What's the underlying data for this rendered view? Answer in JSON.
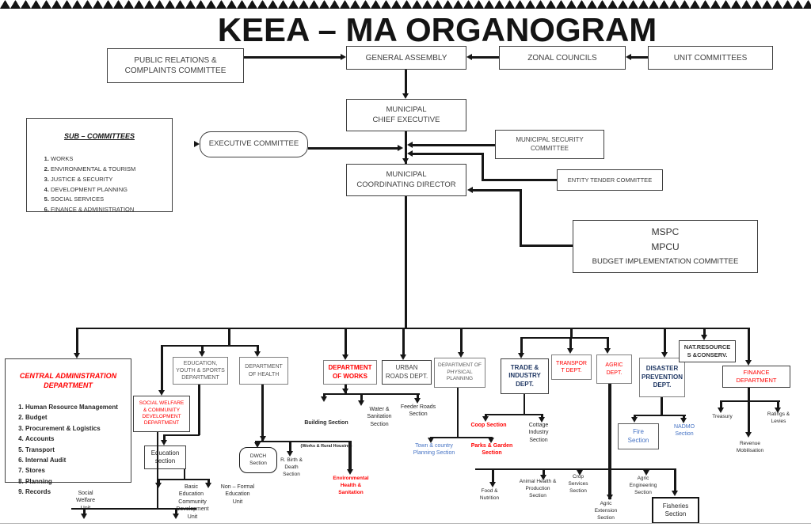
{
  "title": "KEEA – MA ORGANOGRAM",
  "top": {
    "public_relations": "PUBLIC RELATIONS &\nCOMPLAINTS COMMITTEE",
    "general_assembly": "GENERAL ASSEMBLY",
    "zonal_councils": "ZONAL COUNCILS",
    "unit_committees": "UNIT COMMITTEES"
  },
  "executive": {
    "municipal_chief_executive": "MUNICIPAL\nCHIEF EXECUTIVE",
    "executive_committee": "EXECUTIVE COMMITTEE",
    "municipal_security_committee": "MUNICIPAL SECURITY\nCOMMITTEE",
    "entity_tender_committee": "ENTITY TENDER COMMITTEE",
    "municipal_coordinating_director": "MUNICIPAL\nCOORDINATING DIRECTOR",
    "mspc": "MSPC",
    "mpcu": "MPCU",
    "budget_implementation": "BUDGET IMPLEMENTATION COMMITTEE"
  },
  "sub_committees": {
    "heading": "SUB – COMMITTEES",
    "items": [
      "WORKS",
      "ENVIRONMENTAL & TOURISM",
      "JUSTICE & SECURITY",
      "DEVELOPMENT PLANNING",
      "SOCIAL SERVICES",
      "FINANCE & ADMINISTRATION"
    ]
  },
  "central_admin": {
    "heading": "CENTRAL ADMINISTRATION\nDEPARTMENT",
    "items": [
      "Human Resource Management",
      "Budget",
      "Procurement & Logistics",
      "Accounts",
      "Transport",
      "Internal Audit",
      "Stores",
      "Planning",
      "Records"
    ]
  },
  "departments": {
    "social_welfare": "SOCIAL WELFARE\n& COMMUNITY\nDEVELOPMENT\nDEPARTMENT",
    "education_youth_sports": "EDUCATION,\nYOUTH & SPORTS\nDEPARTMENT",
    "health": "DEPARTMENT\nOF HEALTH",
    "works": "DEPARTMENT\nOF WORKS",
    "urban_roads": "URBAN\nROADS DEPT.",
    "physical_planning": "DEPARTMENT OF\nPHYSICAL\nPLANNING",
    "trade_industry": "TRADE &\nINDUSTRY\nDEPT.",
    "transport": "TRANSPOR\nT DEPT.",
    "agric": "AGRIC\nDEPT.",
    "disaster_prevention": "DISASTER\nPREVENTION\nDEPT.",
    "nat_resources": "NAT.RESOURCE\nS &CONSERV.",
    "finance": "FINANCE\nDEPARTMENT"
  },
  "sections": {
    "education_section": "Education\nsection",
    "dwch": "DWCH\nSection",
    "building": "Building Section",
    "building_sub": "(Works & Rural Housing)",
    "water_sanitation": "Water &\nSanitation\nSection",
    "feeder_roads": "Feeder Roads\nSection",
    "town_country": "Town & country\nPlanning Section",
    "parks_garden": "Parks & Garden\nSection",
    "coop": "Coop Section",
    "cottage": "Cottage\nIndustry\nSection",
    "fire": "Fire\nSection",
    "nadmo": "NADMO\nSection",
    "treasury": "Treasury",
    "ratings_levies": "Ratings &\nLevies",
    "revenue_mobilisation": "Revenue\nMobilisation",
    "social_welfare_unit": "Social\nWelfare\nUnit",
    "basic_education": "Basic\nEducation",
    "community_development": "Community\nDevelopment\nUnit",
    "non_formal": "Non – Formal\nEducation\nUnit",
    "birth_death": "R. Birth &\nDeath\nSection",
    "env_health": "Environmental\nHealth &\nSanitation",
    "food_nutrition": "Food &\nNutrition",
    "animal_health": "Animal Health &\nProduction\nSection",
    "crop_services": "Crop\nServices\nSection",
    "agric_extension": "Agric\nExtension\nSection",
    "agric_engineering": "Agric\nEngineering\nSection",
    "fisheries": "Fisheries\nSection"
  },
  "colors": {
    "accent_red": "#FF0000",
    "accent_blue": "#4472C4",
    "line": "#161616",
    "muted_gray": "#595959"
  }
}
